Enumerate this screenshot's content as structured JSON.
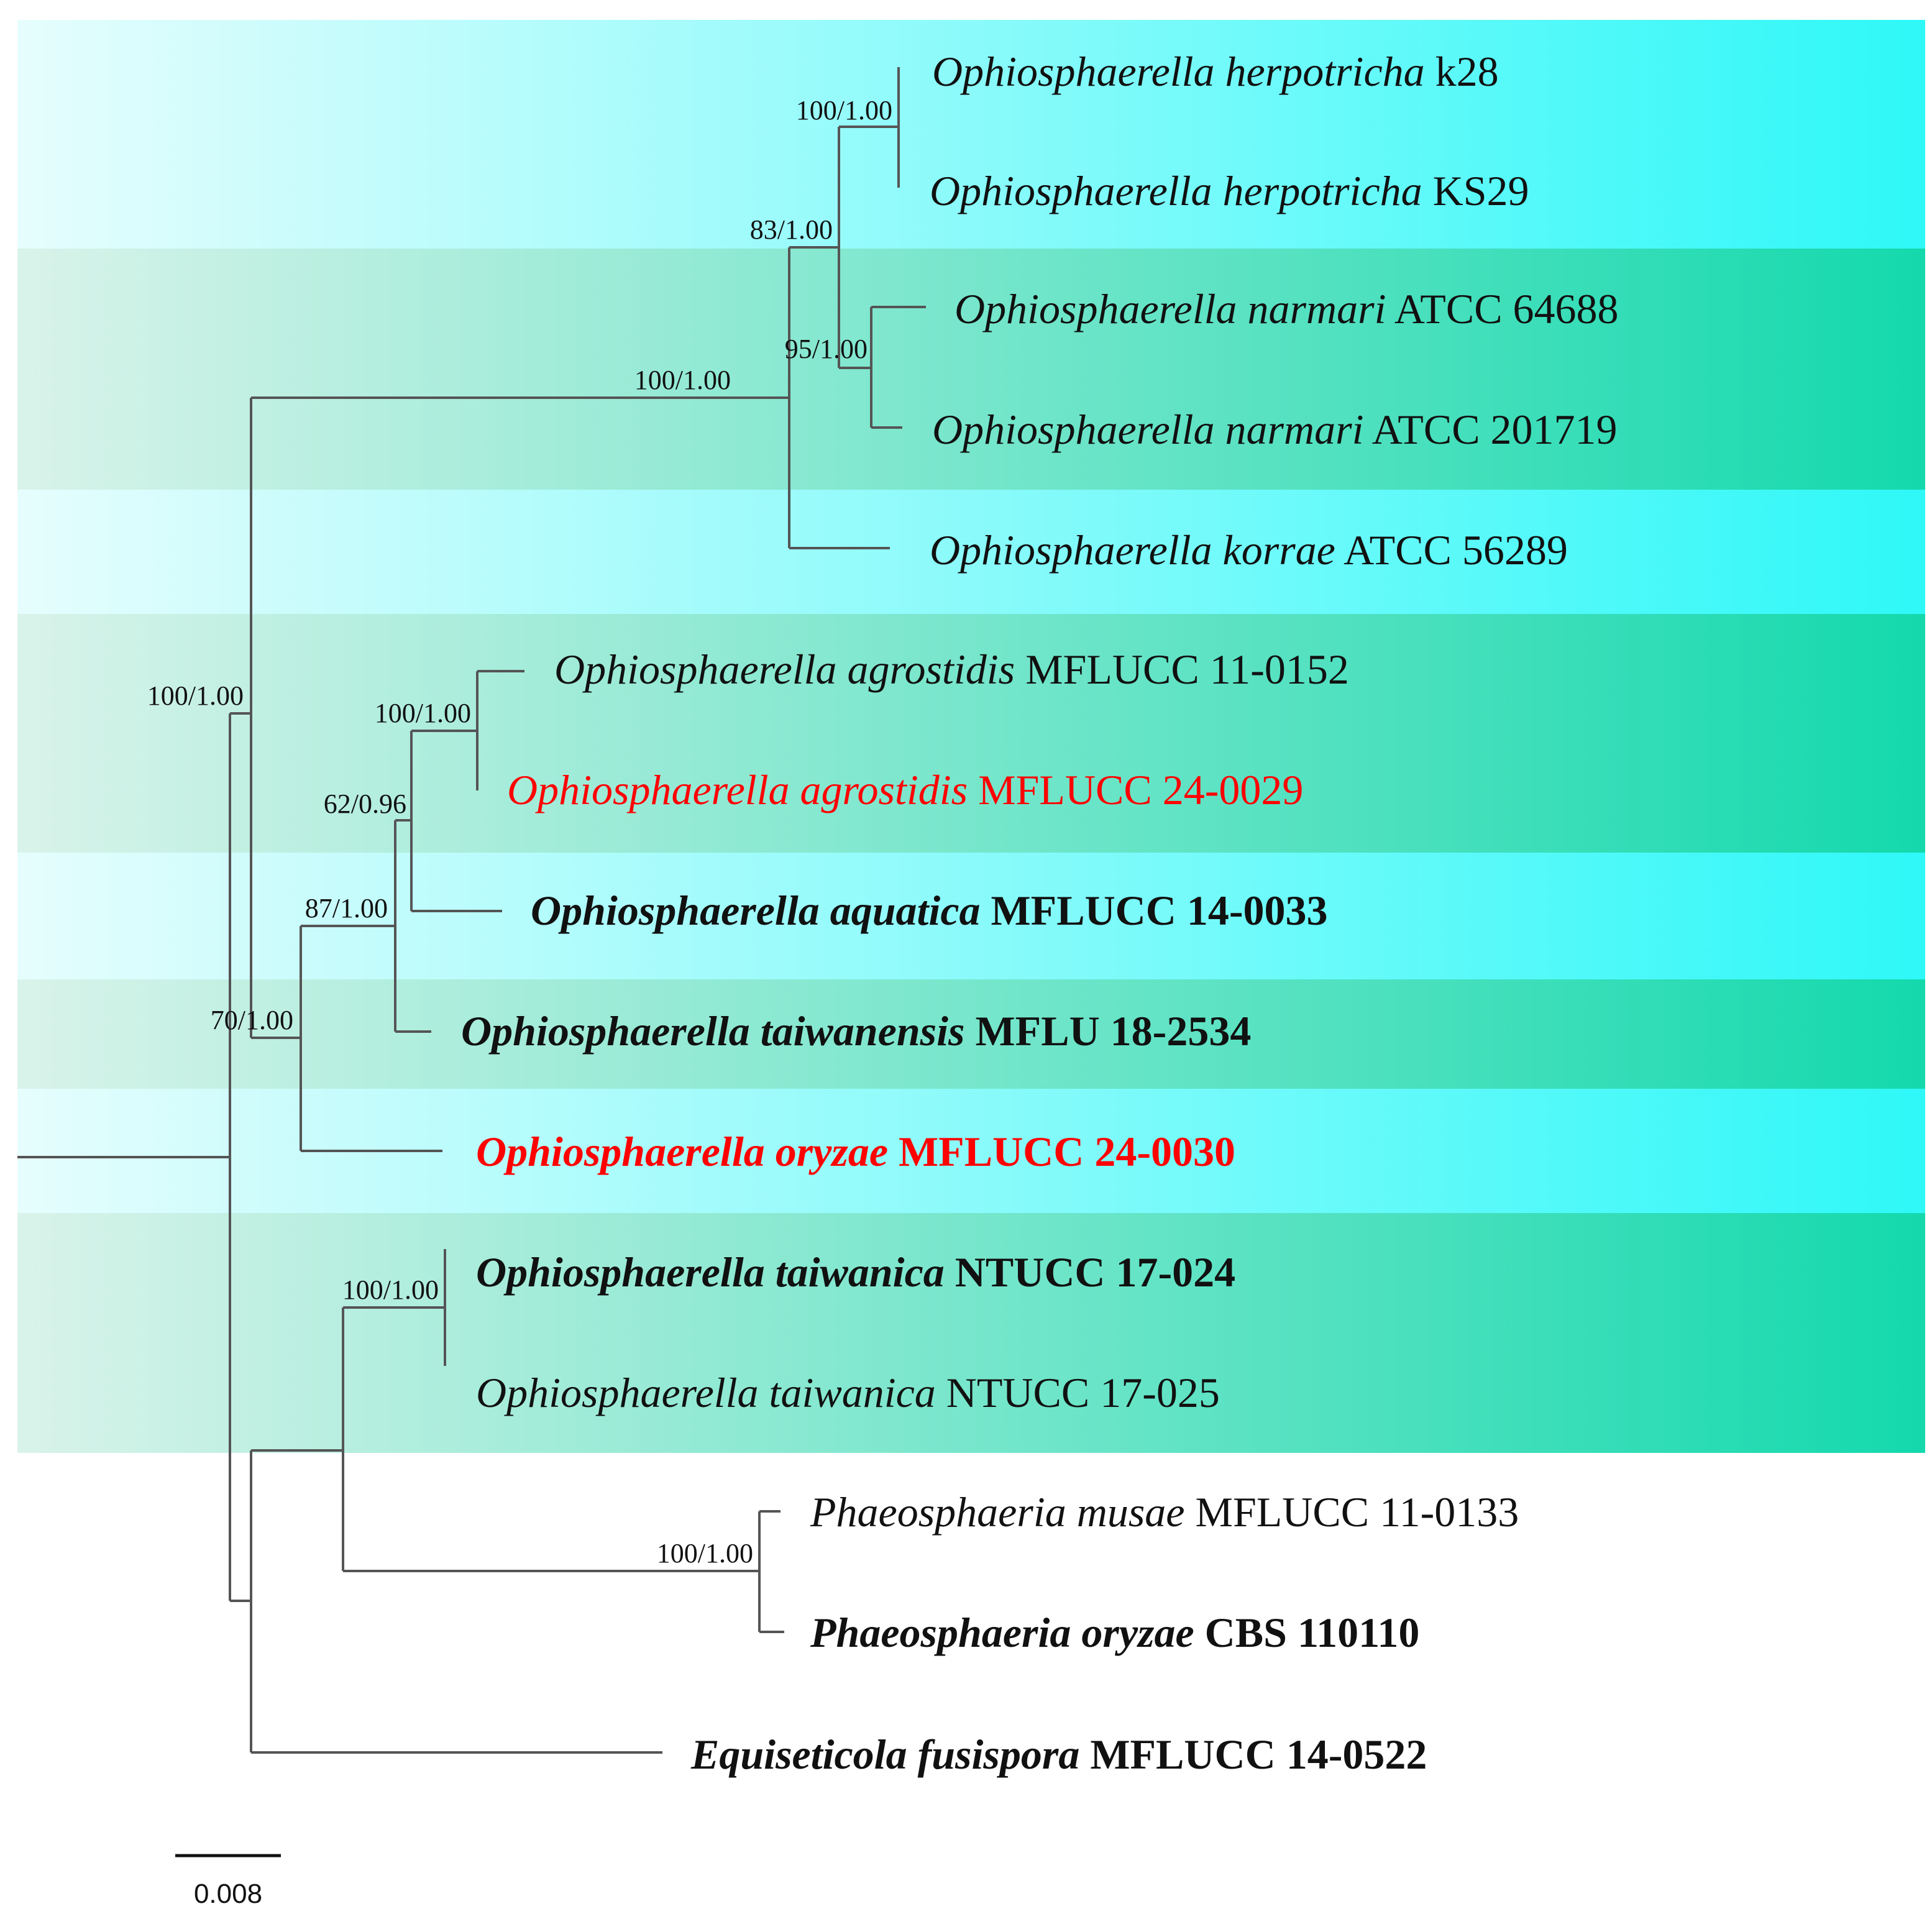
{
  "colors": {
    "band_cyan_start": "#e6fdfd",
    "band_cyan_end": "#2ff8f8",
    "band_green_start": "#d9f3ea",
    "band_green_end": "#14d9ad",
    "highlight": "#ff0000",
    "text": "#111111",
    "branch": "#555555"
  },
  "taxa": [
    {
      "id": "t1",
      "genus_species": "Ophiosphaerella herpotricha",
      "strain": "k28",
      "bold": false,
      "highlight": false
    },
    {
      "id": "t2",
      "genus_species": "Ophiosphaerella herpotricha",
      "strain": "KS29",
      "bold": false,
      "highlight": false
    },
    {
      "id": "t3",
      "genus_species": "Ophiosphaerella narmari",
      "strain": "ATCC 64688",
      "bold": false,
      "highlight": false
    },
    {
      "id": "t4",
      "genus_species": "Ophiosphaerella narmari",
      "strain": "ATCC 201719",
      "bold": false,
      "highlight": false
    },
    {
      "id": "t5",
      "genus_species": "Ophiosphaerella korrae",
      "strain": "ATCC 56289",
      "bold": false,
      "highlight": false
    },
    {
      "id": "t6",
      "genus_species": "Ophiosphaerella agrostidis",
      "strain": "MFLUCC 11-0152",
      "bold": false,
      "highlight": false
    },
    {
      "id": "t7",
      "genus_species": "Ophiosphaerella agrostidis",
      "strain": "MFLUCC 24-0029",
      "bold": false,
      "highlight": true
    },
    {
      "id": "t8",
      "genus_species": "Ophiosphaerella aquatica",
      "strain": "MFLUCC 14-0033",
      "bold": true,
      "highlight": false
    },
    {
      "id": "t9",
      "genus_species": "Ophiosphaerella taiwanensis",
      "strain": "MFLU 18-2534",
      "bold": true,
      "highlight": false
    },
    {
      "id": "t10",
      "genus_species": "Ophiosphaerella oryzae",
      "strain": "MFLUCC 24-0030",
      "bold": true,
      "highlight": true
    },
    {
      "id": "t11",
      "genus_species": "Ophiosphaerella taiwanica",
      "strain": "NTUCC 17-024",
      "bold": true,
      "highlight": false
    },
    {
      "id": "t12",
      "genus_species": "Ophiosphaerella taiwanica",
      "strain": "NTUCC 17-025",
      "bold": false,
      "highlight": false
    },
    {
      "id": "t13",
      "genus_species": "Phaeosphaeria musae",
      "strain": "MFLUCC 11-0133",
      "bold": false,
      "highlight": false
    },
    {
      "id": "t14",
      "genus_species": "Phaeosphaeria oryzae",
      "strain": "CBS 110110",
      "bold": true,
      "highlight": false
    },
    {
      "id": "t15",
      "genus_species": "Equiseticola fusispora",
      "strain": "MFLUCC 14-0522",
      "bold": true,
      "highlight": false
    }
  ],
  "support_values": {
    "herpotricha": "100/1.00",
    "herpotricha_narmari": "83/1.00",
    "narmari": "95/1.00",
    "korrae_clade": "100/1.00",
    "agrostidis": "100/1.00",
    "agrostidis_aquatica": "62/0.96",
    "taiwanensis_clade": "87/1.00",
    "oryzae_clade": "70/1.00",
    "ingroup": "100/1.00",
    "taiwanica": "100/1.00",
    "phaeosphaeria": "100/1.00"
  },
  "scale_bar": {
    "label": "0.008"
  }
}
